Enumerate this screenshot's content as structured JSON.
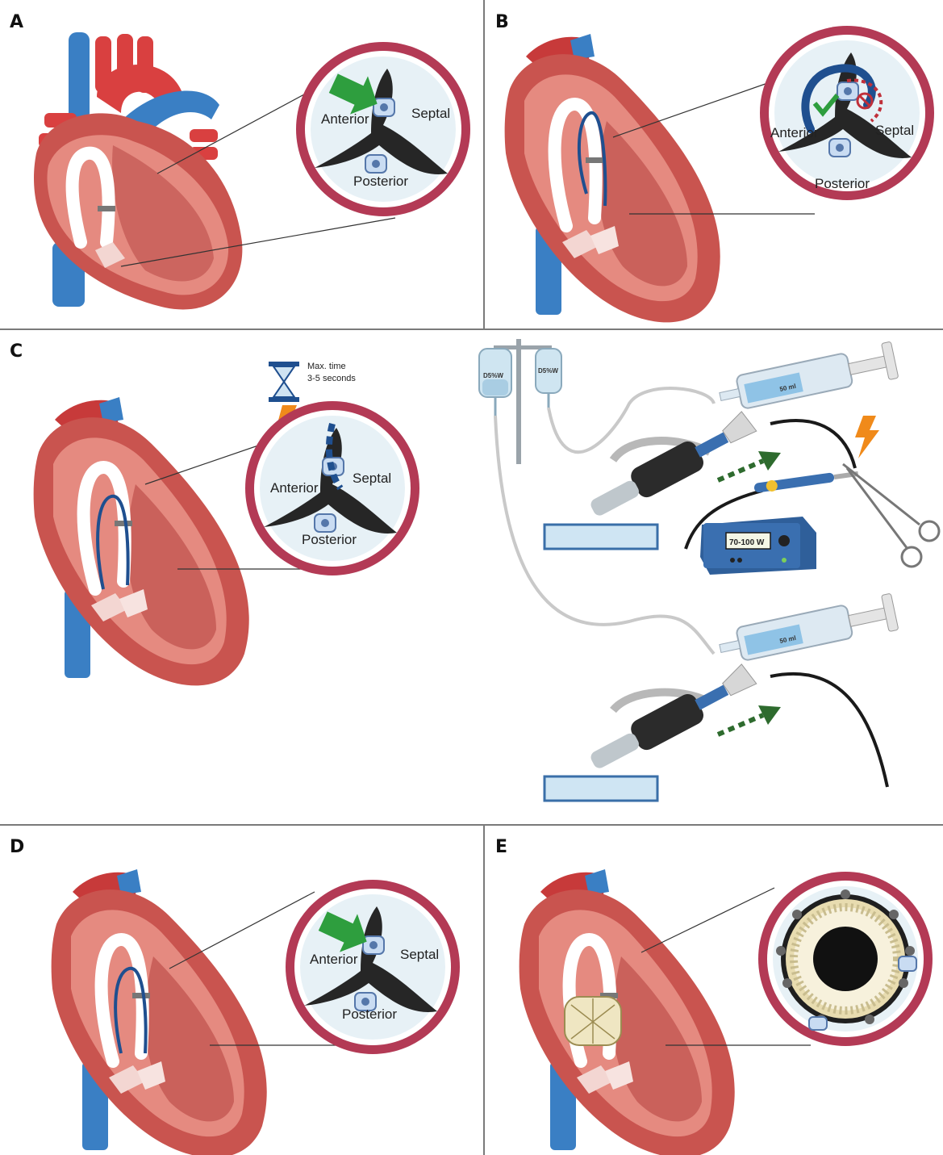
{
  "panels": {
    "a": {
      "letter": "A",
      "anterior": "Anterior",
      "septal": "Septal",
      "posterior": "Posterior"
    },
    "b": {
      "letter": "B",
      "anterior": "Anterior",
      "septal": "Septal",
      "posterior": "Posterior"
    },
    "c": {
      "letter": "C",
      "anterior": "Anterior",
      "septal": "Septal",
      "posterior": "Posterior",
      "timer_line1": "Max. time",
      "timer_line2": "3-5 seconds",
      "bag1": "D5%W",
      "bag2": "D5%W",
      "syringe1": "50 ml",
      "syringe2": "50 ml",
      "generator_power": "70-100 W"
    },
    "d": {
      "letter": "D",
      "anterior": "Anterior",
      "septal": "Septal",
      "posterior": "Posterior"
    },
    "e": {
      "letter": "E"
    }
  },
  "colors": {
    "myocardium": "#c9544f",
    "chamber": "#e58a80",
    "vein": "#3a7fc4",
    "artery": "#d94040",
    "ring": "#b33a55",
    "lens": "#e7f1f6",
    "tendon": "#2a2a2a",
    "arrow_green": "#2e9e3e",
    "catheter_blue": "#1f4f8f",
    "lightning": "#f08a1a"
  }
}
